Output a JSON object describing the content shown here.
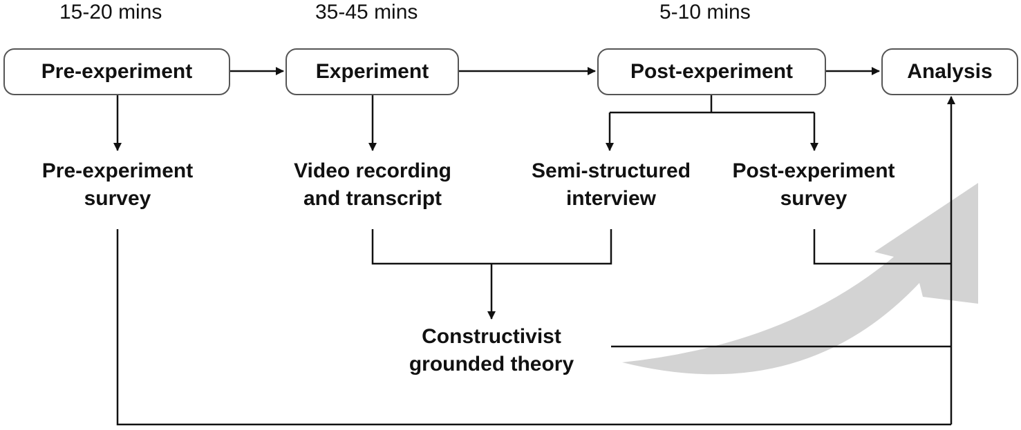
{
  "durations": {
    "pre": "15-20 mins",
    "exp": "35-45 mins",
    "post": "5-10 mins"
  },
  "stages": {
    "pre": "Pre-experiment",
    "exp": "Experiment",
    "post": "Post-experiment",
    "analysis": "Analysis"
  },
  "outputs": {
    "pre_survey": [
      "Pre-experiment",
      "survey"
    ],
    "video": [
      "Video recording",
      "and transcript"
    ],
    "interview": [
      "Semi-structured",
      "interview"
    ],
    "post_survey": [
      "Post-experiment",
      "survey"
    ],
    "cgt": [
      "Constructivist",
      "grounded theory"
    ]
  },
  "colors": {
    "line": "#111111",
    "box_border": "#555555",
    "curved_arrow": "#d3d3d3"
  }
}
